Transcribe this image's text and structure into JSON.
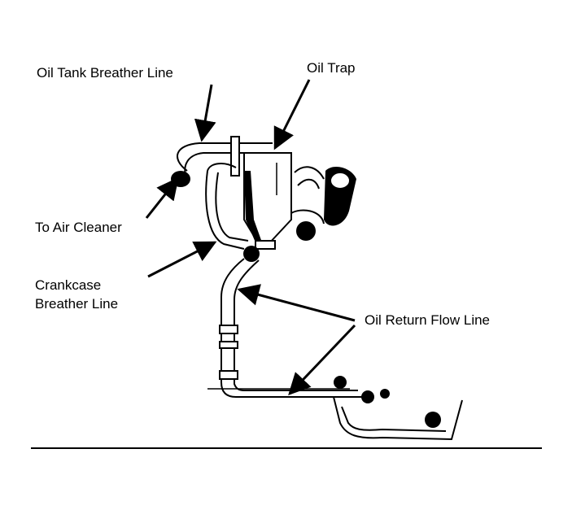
{
  "diagram": {
    "labels": {
      "oil_tank_breather_line": "Oil Tank Breather Line",
      "oil_trap": "Oil Trap",
      "to_air_cleaner": "To Air Cleaner",
      "crankcase_line_1": "Crankcase",
      "crankcase_line_2": "Breather Line",
      "oil_return_flow_line": "Oil Return Flow Line"
    },
    "colors": {
      "ink": "#000000",
      "paper": "#ffffff"
    }
  }
}
